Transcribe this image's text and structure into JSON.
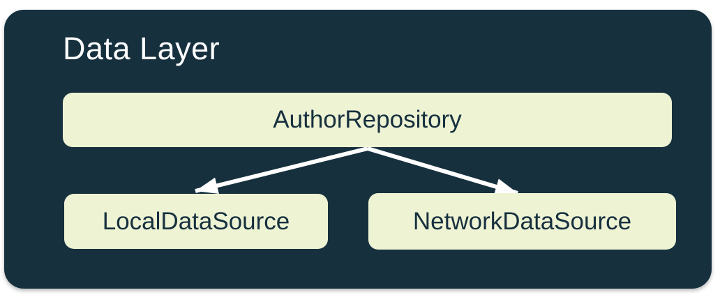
{
  "diagram": {
    "title": "Data Layer",
    "nodes": [
      {
        "id": "author-repository",
        "label": "AuthorRepository"
      },
      {
        "id": "local-data-source",
        "label": "LocalDataSource"
      },
      {
        "id": "network-data-source",
        "label": "NetworkDataSource"
      }
    ],
    "edges": [
      {
        "from": "AuthorRepository",
        "to": "LocalDataSource"
      },
      {
        "from": "AuthorRepository",
        "to": "NetworkDataSource"
      }
    ],
    "colors": {
      "page_background": "#FFFFFF",
      "container_background": "#16303E",
      "node_background": "#EEF3D4",
      "node_text": "#16303E",
      "title_text": "#FFFFFF",
      "arrow": "#FFFFFF"
    }
  }
}
